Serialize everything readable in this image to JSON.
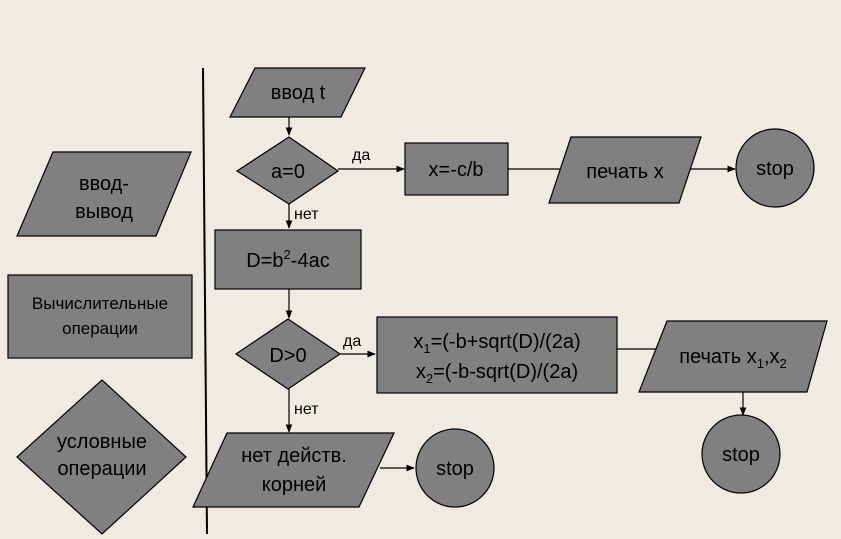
{
  "legend": {
    "io_line1": "ввод-",
    "io_line2": "вывод",
    "calc_line1": "Вычислительные",
    "calc_line2": "операции",
    "cond_line1": "условные",
    "cond_line2": "операции"
  },
  "flow": {
    "input": "ввод t",
    "cond1": "a=0",
    "cond1_yes": "да",
    "cond1_no": "нет",
    "calc_x": "x=-c/b",
    "print_x": "печать x",
    "stop1": "stop",
    "calc_d": {
      "text": "D=b",
      "sup": "2",
      "rest": "-4ac"
    },
    "cond2": "D>0",
    "cond2_yes": "да",
    "cond2_no": "нет",
    "roots": {
      "x": "x",
      "sub1": "1",
      "sub2": "2",
      "formula1": "=(-b+sqrt(D)/(2a)",
      "formula2": "=(-b-sqrt(D)/(2a)"
    },
    "print_roots": {
      "prefix": "печать x",
      "sub1": "1",
      "comma": ",x",
      "sub2": "2"
    },
    "stop2": "stop",
    "no_roots_line1": "нет действ.",
    "no_roots_line2": "корней",
    "stop3": "stop"
  }
}
